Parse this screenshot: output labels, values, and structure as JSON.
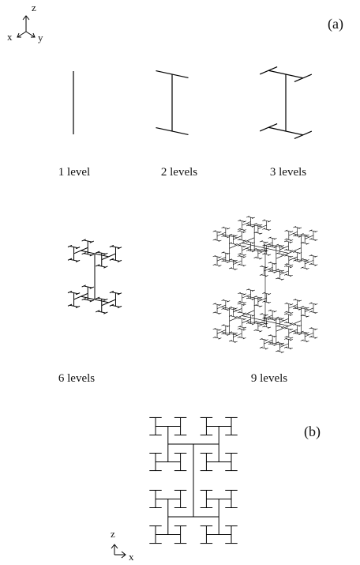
{
  "panel_a": {
    "tag": "(a)",
    "axes": {
      "z": "z",
      "x": "x",
      "y": "y"
    },
    "levels": [
      {
        "label": "1 level",
        "depth": 1
      },
      {
        "label": "2 levels",
        "depth": 2
      },
      {
        "label": "3 levels",
        "depth": 3
      },
      {
        "label": "6 levels",
        "depth": 6
      },
      {
        "label": "9 levels",
        "depth": 9
      }
    ]
  },
  "panel_b": {
    "tag": "(b)",
    "axes": {
      "z": "z",
      "x": "x"
    },
    "depth": 6
  }
}
